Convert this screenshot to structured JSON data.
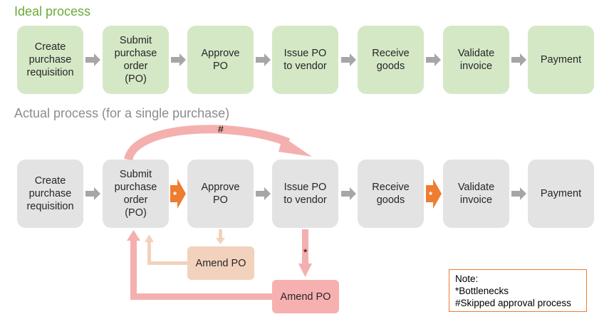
{
  "ideal": {
    "title": "Ideal process",
    "steps": [
      "Create\npurchase\nrequisition",
      "Submit\npurchase\norder\n(PO)",
      "Approve\nPO",
      "Issue PO\nto vendor",
      "Receive\ngoods",
      "Validate\ninvoice",
      "Payment"
    ]
  },
  "actual": {
    "title": "Actual process (for a single purchase)",
    "steps": [
      "Create\npurchase\nrequisition",
      "Submit\npurchase\norder\n(PO)",
      "Approve\nPO",
      "Issue PO\nto vendor",
      "Receive\ngoods",
      "Validate\ninvoice",
      "Payment"
    ],
    "amend_1": "Amend PO",
    "amend_2": "Amend PO",
    "bottleneck_mark": "*",
    "skip_mark": "#"
  },
  "note": {
    "title": "Note:",
    "line1": "*Bottlenecks",
    "line2": "#Skipped approval process"
  },
  "colors": {
    "ideal_box": "#d5e8c6",
    "actual_box": "#e3e3e3",
    "gray_arrow": "#a6a6a6",
    "bottleneck_arrow": "#ed7d31",
    "rework_arrow": "#f4b0ae",
    "amend_1_fill": "#f2d2bd",
    "amend_2_fill": "#f7b0b0"
  }
}
